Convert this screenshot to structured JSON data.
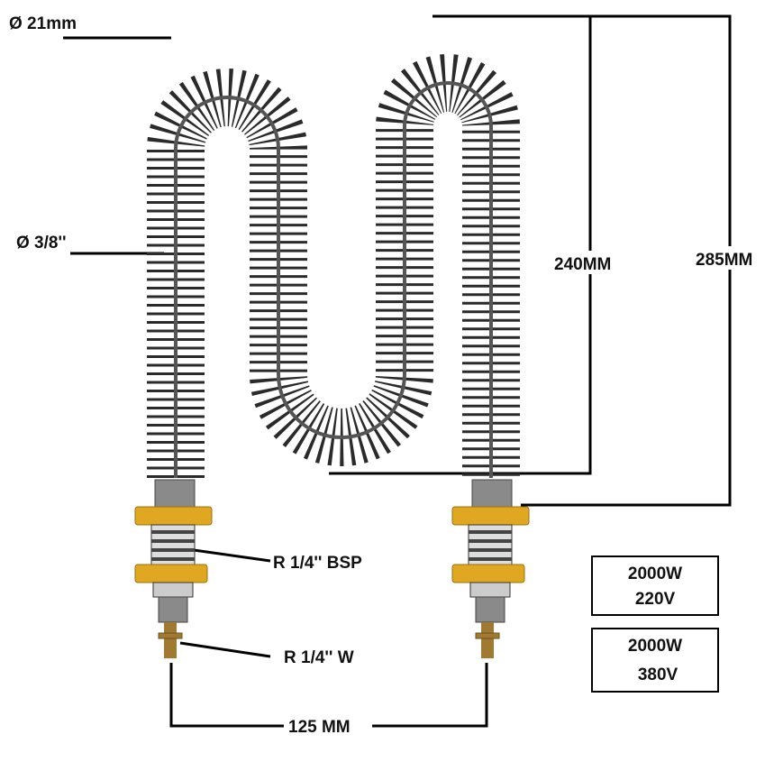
{
  "labels": {
    "fin_diameter": "Ø 21mm",
    "tube_diameter": "Ø 3/8''",
    "thread_bsp": "R 1/4'' BSP",
    "thread_w": "R 1/4'' W",
    "spacing": "125 MM",
    "height_inner": "240MM",
    "height_total": "285MM"
  },
  "specs": [
    {
      "power": "2000W",
      "voltage": "220V"
    },
    {
      "power": "2000W",
      "voltage": "380V"
    }
  ],
  "colors": {
    "nut": "#e0a820",
    "fin": "#2a2a2a",
    "body": "#8a8a8a",
    "stud": "#a07a30"
  }
}
